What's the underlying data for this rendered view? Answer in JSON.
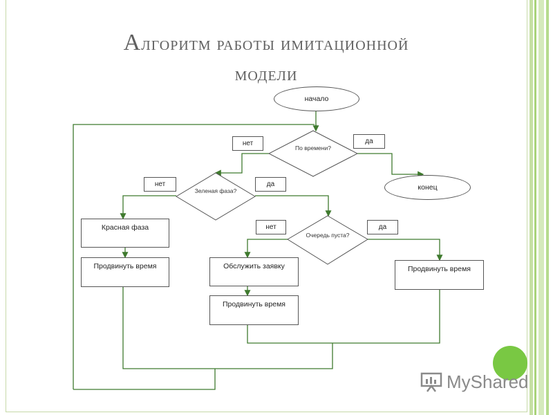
{
  "slide": {
    "title_first_letter": "А",
    "title_rest_line1": "лгоритм работы имитационной",
    "title_line2": "модели"
  },
  "flowchart": {
    "start": "начало",
    "end": "конец",
    "decision_time": "По времени?",
    "decision_green": "Зеленая фаза?",
    "decision_queue": "Очередь пуста?",
    "label_no_1": "нет",
    "label_yes_1": "да",
    "label_no_2": "нет",
    "label_yes_2": "да",
    "label_no_3": "нет",
    "label_yes_3": "да",
    "red_phase": "Красная фаза",
    "advance_time_left": "Продвинуть время",
    "serve_request": "Обслужить заявку",
    "advance_time_mid": "Продвинуть время",
    "advance_time_right": "Продвинуть время"
  },
  "watermark": {
    "brand": "MyShared"
  },
  "colors": {
    "line": "#3f7a2e",
    "accent": "#79c843",
    "frame": "#c6d9a8"
  }
}
